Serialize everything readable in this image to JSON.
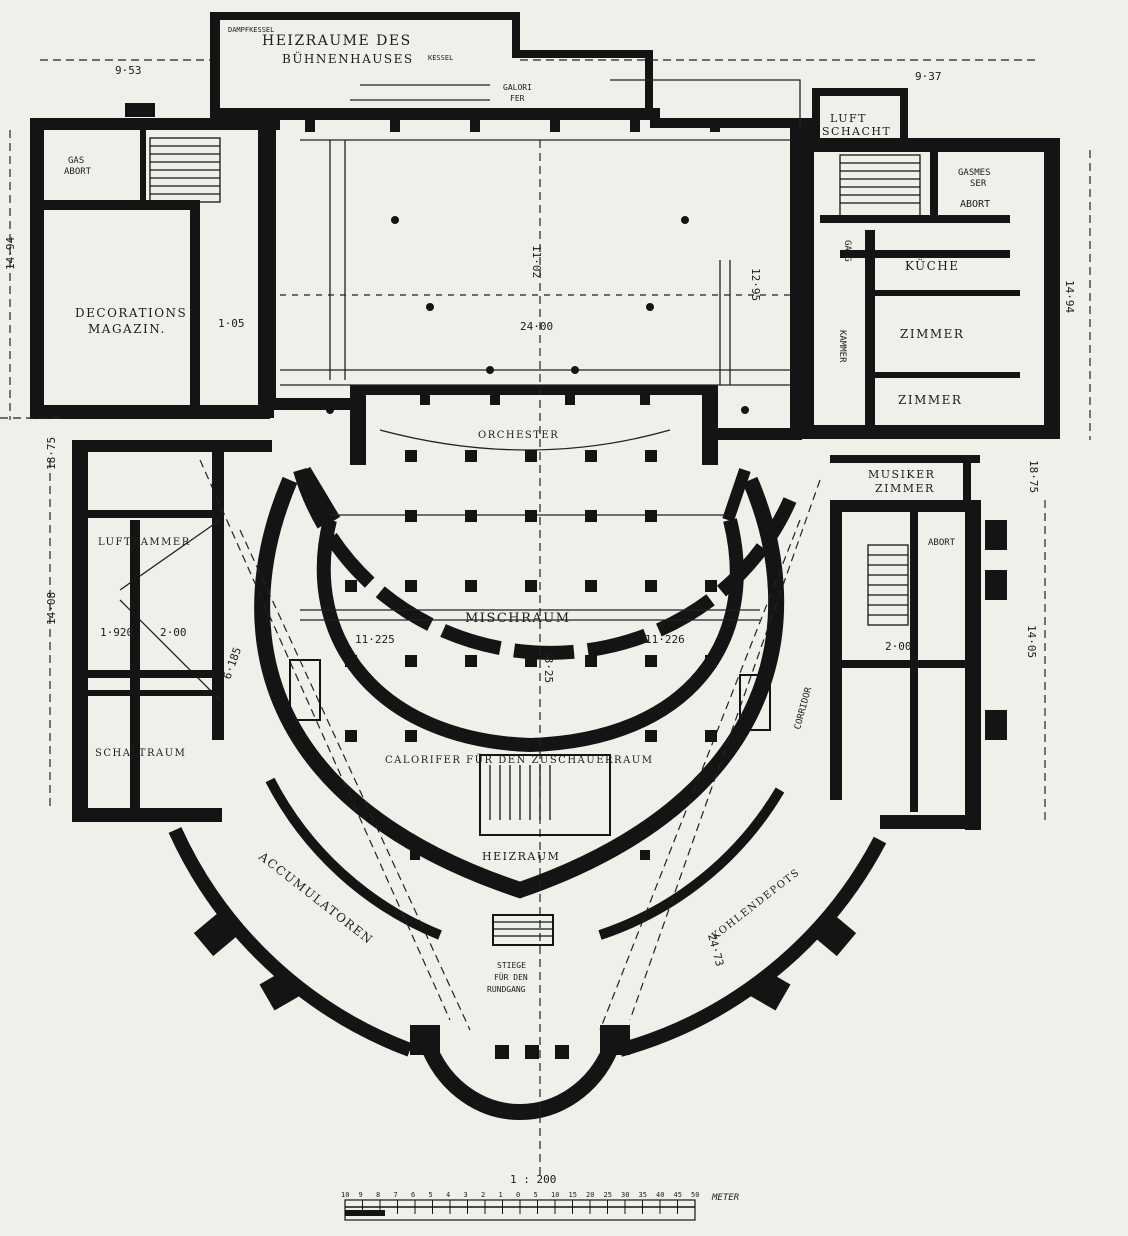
{
  "colors": {
    "ink": "#141414",
    "paper": "#f1efe9"
  },
  "rooms": {
    "heizraume_1": "HEIZRAUME DES",
    "heizraume_2": "BÜHNENHAUSES",
    "galori_1": "GALORI",
    "galori_2": "FER",
    "luft_1": "LUFT",
    "luft_2": "SCHACHT",
    "gasabort_1": "GAS",
    "gasabort_2": "ABORT",
    "gasmesser_1": "GASMES",
    "gasmesser_2": "SER",
    "abort_top": "ABORT",
    "decorations_1": "DECORATIONS",
    "decorations_2": "MAGAZIN.",
    "kuche": "KÜCHE",
    "zimmer_1": "ZIMMER",
    "zimmer_2": "ZIMMER",
    "gang": "GANG",
    "kammer": "KAMMER",
    "orchester": "ORCHESTER",
    "musiker_1": "MUSIKER",
    "musiker_2": "ZIMMER",
    "abort_right": "ABORT",
    "luftkammer": "LUFTKAMMER",
    "mischraum": "MISCHRAUM",
    "schaltraum": "SCHALTRAUM",
    "calorifer": "CALORIFER FÜR DEN ZUSCHAUERRAUM",
    "heizraum": "HEIZRAUM",
    "accumulatoren": "ACCUMULATOREN",
    "corridor": "CORRIDOR",
    "kohlendepots": "KOHLENDEPOTS",
    "stiege_1": "STIEGE",
    "stiege_2": "FÜR DEN",
    "stiege_3": "RUNDGANG",
    "dampfkessel": "DAMPFKESSEL",
    "kessel": "KESSEL"
  },
  "dimensions": {
    "d953": "9·53",
    "d937": "9·37",
    "d2400": "24·00",
    "d1102": "11·02",
    "d1295": "12·95",
    "d1494_left": "14·94",
    "d1494_right": "14·94",
    "d1408": "14·08",
    "d1405": "14·05",
    "d1875_left": "18·75",
    "d1875_right": "18·75",
    "d105": "1·05",
    "d11225": "11·225",
    "d11226": "11·226",
    "d2825": "28·25",
    "d6185": "6·185",
    "d1920": "1·920",
    "d200": "2·00",
    "d2200": "2·00",
    "d2473": "24·73"
  },
  "scale": {
    "ratio": "1 : 200",
    "unit": "METER",
    "ticks": [
      "10",
      "9",
      "8",
      "7",
      "6",
      "5",
      "4",
      "3",
      "2",
      "1",
      "0",
      "5",
      "10",
      "15",
      "20",
      "25",
      "30",
      "35",
      "40",
      "45",
      "50"
    ]
  }
}
